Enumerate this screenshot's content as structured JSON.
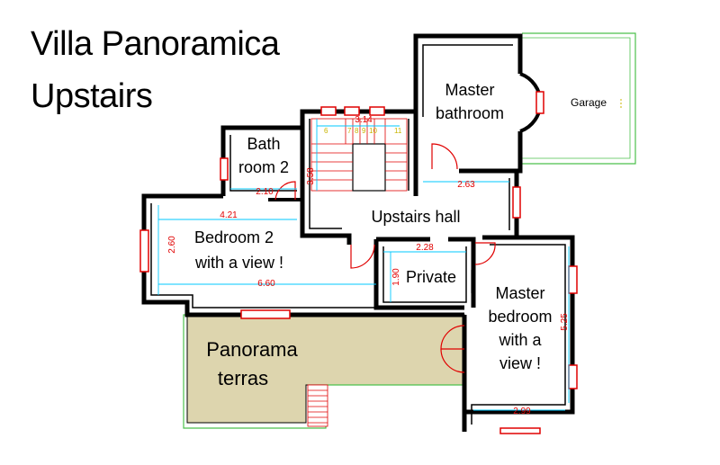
{
  "title": {
    "line1": "Villa Panoramica",
    "line2": "Upstairs"
  },
  "rooms": {
    "master_bathroom": [
      "Master",
      "bathroom"
    ],
    "garage": "Garage",
    "bathroom2": [
      "Bath",
      "room 2"
    ],
    "upstairs_hall": "Upstairs hall",
    "bedroom2": [
      "Bedroom 2",
      "with a view !"
    ],
    "private": "Private",
    "master_bedroom": [
      "Master",
      "bedroom",
      "with a",
      "view !"
    ],
    "terrace": [
      "Panorama",
      "terras"
    ]
  },
  "dimensions": {
    "stair_width": "3.14",
    "stair_length": "3.58",
    "bath2_width": "2.10",
    "hall_width": "2.63",
    "bed2_width": "4.21",
    "bed2_depth": "2.60",
    "bed2_length": "6.60",
    "private_width": "2.28",
    "private_depth": "1.90",
    "master_bed_depth": "5.25",
    "master_bed_width": "2.99"
  },
  "stair_steps": [
    "6",
    "7",
    "8",
    "9",
    "10",
    "11"
  ],
  "colors": {
    "wall": "#000000",
    "window": "#e00000",
    "dimension_line": "#00c8ff",
    "terrace_fill": "#ddd5ae",
    "terrace_outline": "#4cc04c",
    "step_numbers": "#c8b400"
  }
}
